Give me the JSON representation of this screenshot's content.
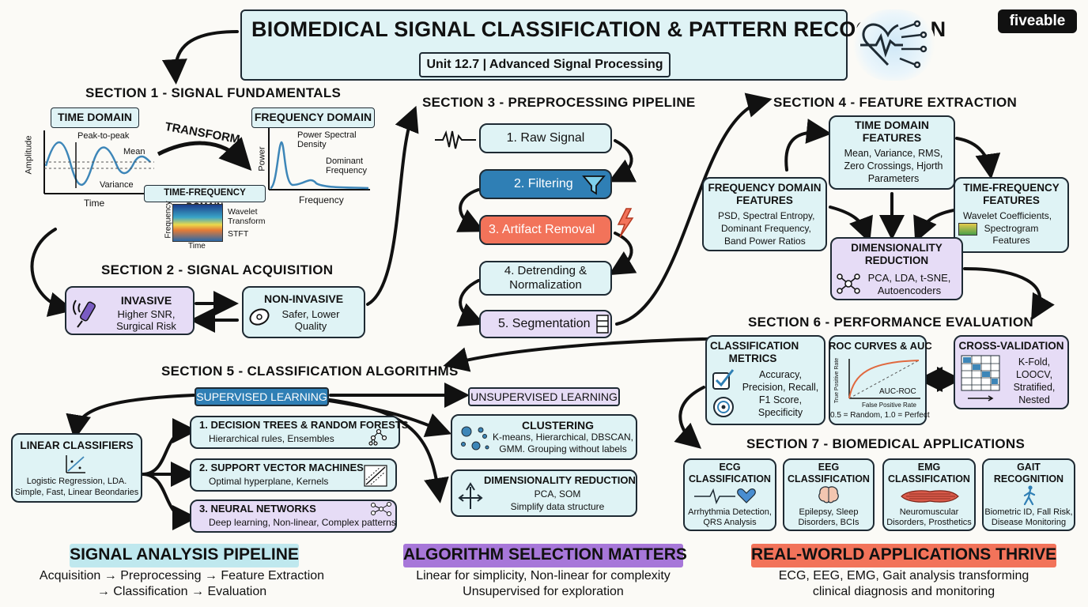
{
  "header": {
    "title": "BIOMEDICAL SIGNAL CLASSIFICATION & PATTERN RECOGNITION",
    "subtitle": "Unit 12.7 | Advanced Signal Processing",
    "brand": "fiveable"
  },
  "s1": {
    "title": "SECTION 1 - SIGNAL FUNDAMENTALS",
    "time_domain": "TIME DOMAIN",
    "peak": "Peak-to-peak",
    "mean": "Mean",
    "variance": "Variance",
    "amplitude": "Amplitude",
    "time": "Time",
    "transform": "TRANSFORM",
    "freq_domain": "FREQUENCY DOMAIN",
    "psd": "Power Spectral Density",
    "dominant": "Dominant Frequency",
    "power": "Power",
    "frequency": "Frequency",
    "tf_domain": "TIME-FREQUENCY DOMAIN",
    "tf_freq": "Frequency",
    "tf_time": "Time",
    "wavelet": "Wavelet Transform",
    "stft": "STFT"
  },
  "s2": {
    "title": "SECTION 2 - SIGNAL ACQUISITION",
    "invasive_title": "INVASIVE",
    "invasive_text": "Higher SNR, Surgical Risk",
    "noninvasive_title": "NON-INVASIVE",
    "noninvasive_text": "Safer, Lower Quality"
  },
  "s3": {
    "title": "SECTION 3 - PREPROCESSING PIPELINE",
    "steps": [
      "1. Raw Signal",
      "2. Filtering",
      "3. Artifact Removal",
      "4. Detrending & Normalization",
      "5. Segmentation"
    ]
  },
  "s4": {
    "title": "SECTION 4 - FEATURE EXTRACTION",
    "time_title": "TIME DOMAIN FEATURES",
    "time_text": "Mean, Variance, RMS, Zero Crossings, Hjorth Parameters",
    "freq_title": "FREQUENCY DOMAIN FEATURES",
    "freq_items": [
      "PSD, Spectral Entropy,",
      "Dominant Frequency,",
      "Band Power Ratios"
    ],
    "tf_title": "TIME-FREQUENCY FEATURES",
    "tf_items": [
      "Wavelet Coefficients,",
      "Spectrogram Features"
    ],
    "dim_title": "DIMENSIONALITY REDUCTION",
    "dim_text": "PCA, LDA, t-SNE, Autoencoders"
  },
  "s5": {
    "title": "SECTION 5 - CLASSIFICATION ALGORITHMS",
    "supervised": "SUPERVISED LEARNING",
    "unsupervised": "UNSUPERVISED LEARNING",
    "linear_title": "LINEAR CLASSIFIERS",
    "linear_text": "Logistic Regression, LDA. Simple, Fast, Linear Beondaries",
    "dt_title": "1. DECISION TREES & RANDOM FORESTS",
    "dt_text": "Hierarchical rules, Ensembles",
    "svm_title": "2. SUPPORT VECTOR MACHINES",
    "svm_text": "Optimal hyperplane, Kernels",
    "nn_title": "3. NEURAL NETWORKS",
    "nn_text": "Deep learning, Non-linear, Complex patterns",
    "cluster_title": "CLUSTERING",
    "cluster_text": "K-means, Hierarchical, DBSCAN, GMM. Grouping without labels",
    "dr_title": "DIMENSIONALITY REDUCTION",
    "dr_text1": "PCA, SOM",
    "dr_text2": "Simplify data structure"
  },
  "s6": {
    "title": "SECTION 6 - PERFORMANCE EVALUATION",
    "metrics_title": "CLASSIFICATION METRICS",
    "metrics_text": "Accuracy, Precision, Recall, F1 Score, Specificity",
    "roc_title": "ROC CURVES & AUC",
    "tpr": "True Positive Rate",
    "fpr": "False Positive Rate",
    "auc": "AUC-ROC",
    "roc_note": "0.5 = Random, 1.0 = Perfect",
    "cv_title": "CROSS-VALIDATION",
    "cv_text": "K-Fold, LOOCV, Stratified, Nested"
  },
  "s7": {
    "title": "SECTION 7 - BIOMEDICAL APPLICATIONS",
    "ecg_title": "ECG CLASSIFICATION",
    "ecg_text": "Arrhythmia Detection, QRS Analysis",
    "eeg_title": "EEG CLASSIFICATION",
    "eeg_text": "Epilepsy, Sleep Disorders, BCIs",
    "emg_title": "EMG CLASSIFICATION",
    "emg_text": "Neuromuscular Disorders, Prosthetics",
    "gait_title": "GAIT RECOGNITION",
    "gait_text": "Biometric ID, Fall Risk, Disease Monitoring"
  },
  "footer": {
    "c1_title": "SIGNAL ANALYSIS PIPELINE",
    "c1_line1": "Acquisition → Preprocessing → Feature Extraction",
    "c1_line2": "→ Classification → Evaluation",
    "c2_title": "ALGORITHM SELECTION MATTERS",
    "c2_line1": "Linear for simplicity, Non-linear for complexity",
    "c2_line2": "Unsupervised for exploration",
    "c3_title": "REAL-WORLD APPLICATIONS THRIVE",
    "c3_line1": "ECG, EEG, EMG, Gait analysis transforming",
    "c3_line2": "clinical diagnosis and monitoring"
  },
  "colors": {
    "teal": "#dff3f5",
    "purple": "#e6dcf6",
    "blue": "#2f7fb5",
    "red": "#f2735a",
    "footer_teal": "#bfe8ee",
    "footer_purple": "#a777d9",
    "footer_red": "#f2735a"
  }
}
